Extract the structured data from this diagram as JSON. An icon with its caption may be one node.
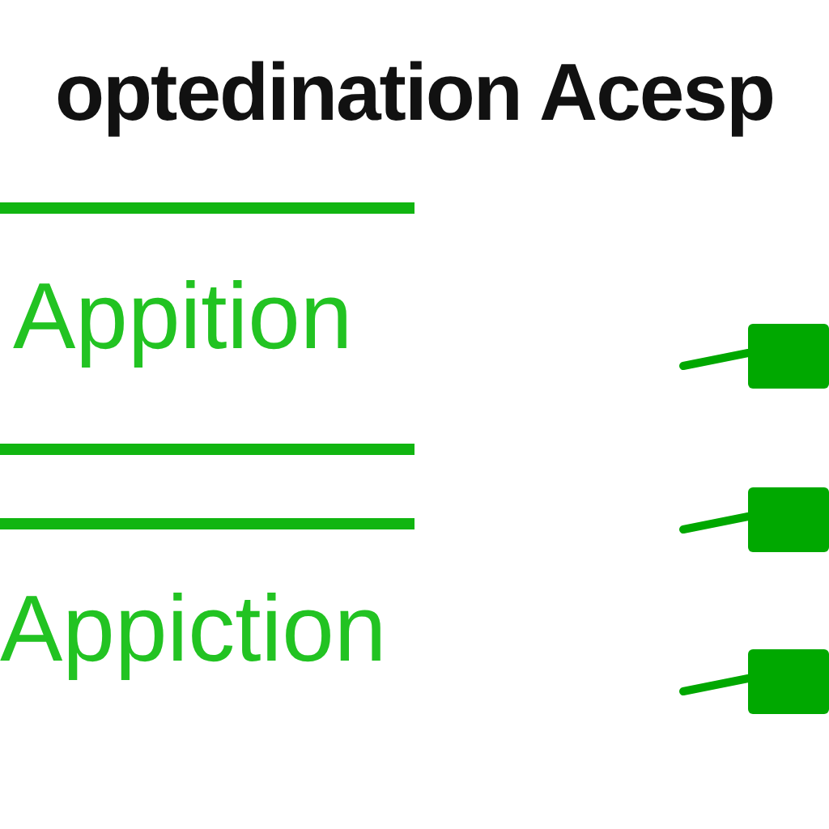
{
  "diagram": {
    "title": "optedination Acesp",
    "nodes": [
      {
        "text": [],
        "shape": "box"
      },
      {
        "text": [],
        "shape": "box"
      },
      {
        "text": [],
        "shape": "box"
      }
    ],
    "edges": [
      {
        "from": null,
        "to": 0,
        "arrow": "none"
      },
      {
        "from": null,
        "to": 1,
        "arrow": "none"
      },
      {
        "from": null,
        "to": 2,
        "arrow": "none"
      }
    ],
    "labels": [
      "Appition",
      "Appiction"
    ]
  }
}
